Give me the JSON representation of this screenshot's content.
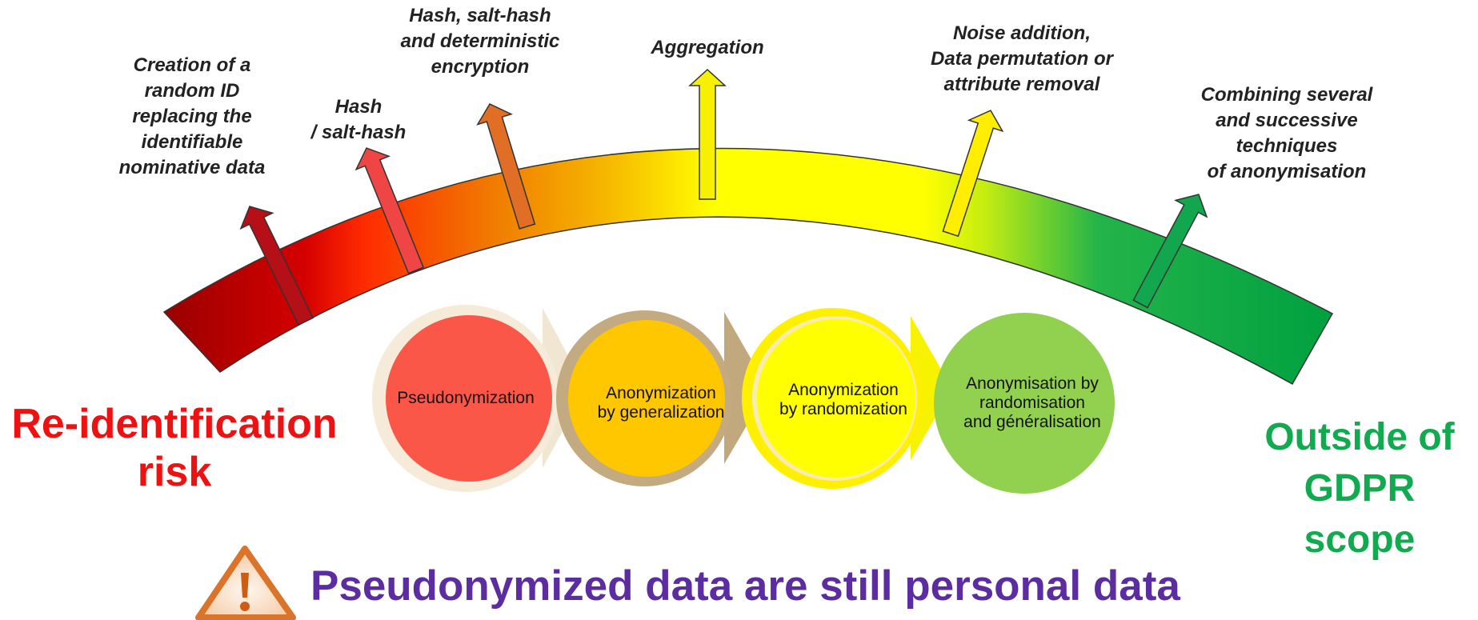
{
  "colors": {
    "arc_gradient": [
      "#9a0000",
      "#d40000",
      "#ff2a00",
      "#f07a00",
      "#f6b800",
      "#ffff00",
      "#ffff00",
      "#c8ee10",
      "#23b44a",
      "#00a040"
    ],
    "risk_text": "#ee1111",
    "gdpr_text": "#11aa4f",
    "warning_text": "#5b2da0"
  },
  "technique_arrows": [
    {
      "label": "Creation of a\nrandom ID\nreplacing the\nidentifiable\nnominative data",
      "color": "#b50f17"
    },
    {
      "label": "Hash\n/ salt-hash",
      "color": "#f04545"
    },
    {
      "label": "Hash, salt-hash\nand deterministic\nencryption",
      "color": "#e06e25"
    },
    {
      "label": "Aggregation",
      "color": "#f7f000"
    },
    {
      "label": "Noise addition,\nData permutation or\nattribute removal",
      "color": "#ffee00"
    },
    {
      "label": "Combining several\nand successive\ntechniques\nof anonymisation",
      "color": "#12a64f"
    }
  ],
  "stages": [
    {
      "label": "Pseudonymization",
      "color": "#fb5748",
      "ring": "#f6ead8"
    },
    {
      "label": "Anonymization\nby generalization",
      "color": "#ffc700",
      "ring": "#c4aa80"
    },
    {
      "label": "Anonymization\nby randomization",
      "color": "#ffff00",
      "ring": "#fff000"
    },
    {
      "label": "Anonymisation by\nrandomisation\nand généralisation",
      "color": "#92d050",
      "ring": "#92d050"
    }
  ],
  "left_label": "Re-identification\nrisk",
  "right_label": "Outside of\nGDPR\nscope",
  "warning": {
    "icon": "warning-icon",
    "text": "Pseudonymized data are still personal data"
  }
}
